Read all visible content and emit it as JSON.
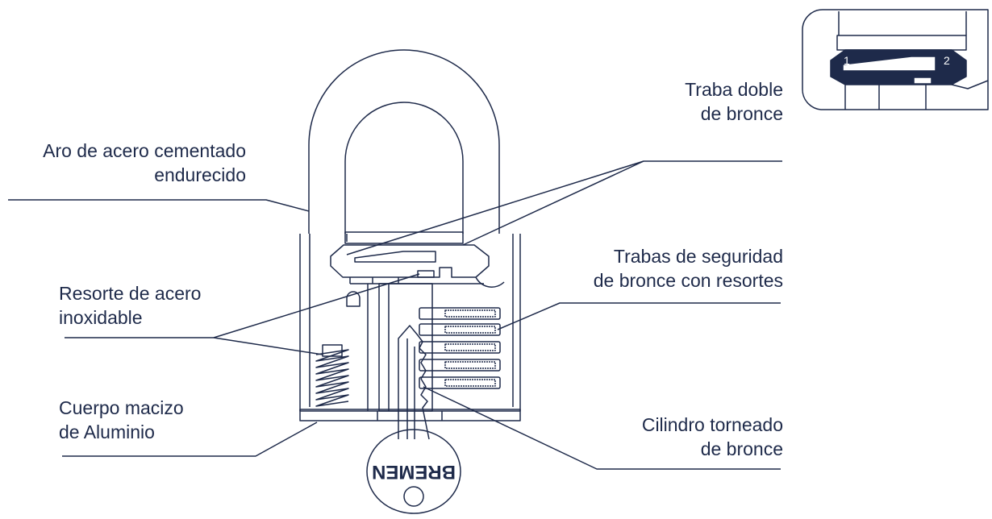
{
  "labels": {
    "aro_line1": "Aro de acero cementado",
    "aro_line2": "endurecido",
    "resorte_line1": "Resorte de acero",
    "resorte_line2": "inoxidable",
    "cuerpo_line1": "Cuerpo macizo",
    "cuerpo_line2": "de Aluminio",
    "traba_line1": "Traba doble",
    "traba_line2": "de bronce",
    "trabas_line1": "Trabas de seguridad",
    "trabas_line2": "de bronce con resortes",
    "cilindro_line1": "Cilindro torneado",
    "cilindro_line2": "de bronce"
  },
  "key_brand": "BREMEN",
  "inset": {
    "marker_1": "1",
    "marker_2": "2"
  },
  "colors": {
    "line": "#1e2a4a",
    "fill_dark": "#1e2a4a",
    "background": "#ffffff"
  }
}
